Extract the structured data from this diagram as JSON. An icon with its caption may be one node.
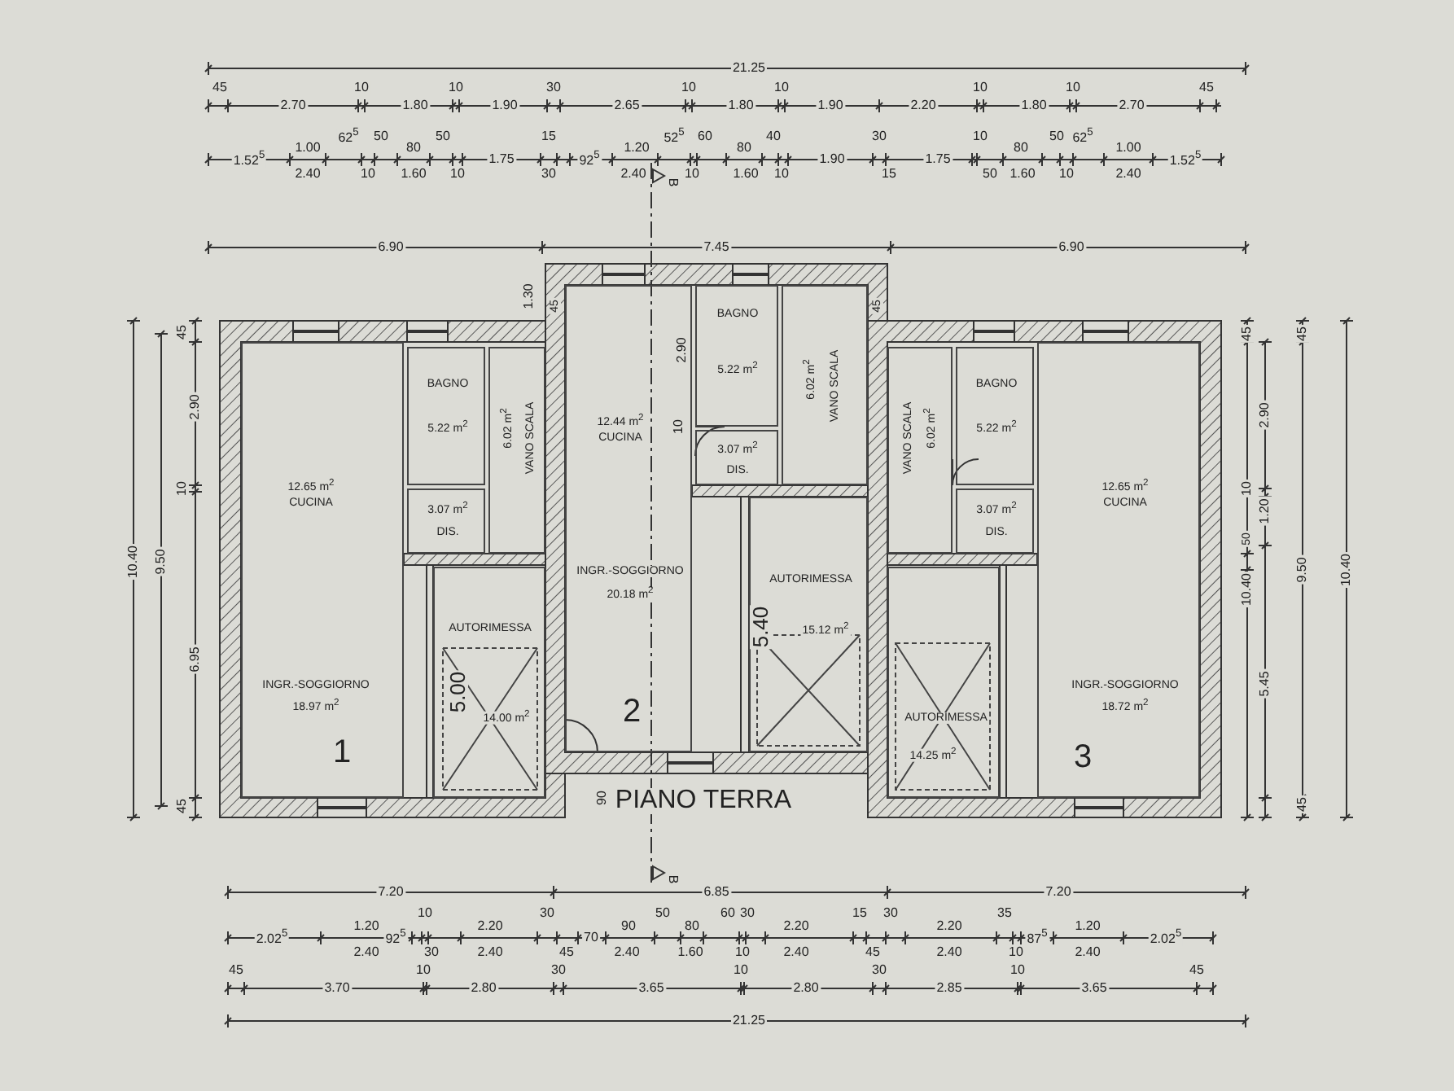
{
  "diagram": {
    "nodes": [
      {
        "text": [
          "12.65 m$^{2}$",
          "CUCINA",
          "INGR.-SOGGIORNO",
          "18.97 m$^{2}$"
        ]
      },
      {
        "text": [
          "BAGNO",
          "5.22 m$^{2}$"
        ]
      },
      {
        "text": [
          "6.02 m$^{2}$",
          "VANO SCALA"
        ]
      },
      {
        "text": [
          "3.07 m$^{2}$",
          "DIS."
        ]
      },
      {
        "text": [
          "AUTORIMESSA",
          "14.00 m$^{2}$"
        ]
      },
      {
        "text": [
          "12.44 m$^{2}$",
          "CUCINA",
          "INGR.-SOGGIORNO",
          "20.18 m$^{2}$"
        ]
      },
      {
        "text": [
          "BAGNO",
          "5.22 m$^{2}$"
        ]
      },
      {
        "text": [
          "3.07 m$^{2}$",
          "DIS."
        ]
      },
      {
        "text": [
          "6.02 m$^{2}$",
          "VANO SCALA"
        ]
      },
      {
        "text": [
          "AUTORIMESSA",
          "15.12 m$^{2}$"
        ]
      },
      {
        "text": [
          "VANO SCALA",
          "6.02 m$^{2}$"
        ]
      },
      {
        "text": [
          "BAGNO",
          "5.22 m$^{2}$"
        ]
      },
      {
        "text": [
          "3.07 m$^{2}$",
          "DIS."
        ]
      },
      {
        "text": [
          "AUTORIMESSA",
          "14.25 m$^{2}$"
        ]
      },
      {
        "text": [
          "12.65 m$^{2}$",
          "CUCINA",
          "INGR.-SOGGIORNO",
          "18.72 m$^{2}$"
        ]
      }
    ],
    "labels": [
      "21.25",
      "45",
      "10",
      "10",
      "30",
      "10",
      "10",
      "10",
      "10",
      "45",
      "2.70",
      "1.80",
      "1.90",
      "2.65",
      "1.80",
      "1.90",
      "2.20",
      "1.80",
      "2.70",
      "62$^{5}$",
      "50",
      "50",
      "15",
      "52$^{5}$",
      "60",
      "40",
      "30",
      "10",
      "50",
      "62$^{5}$",
      "1.00",
      "80",
      "1.20",
      "80",
      "80",
      "1.00",
      "1.52$^{5}$",
      "1.75",
      "92$^{5}$",
      "1.90",
      "1.75",
      "1.52$^{5}$",
      "2.40",
      "10",
      "1.60",
      "10",
      "30",
      "2.40",
      "10",
      "1.60",
      "10",
      "15",
      "50",
      "1.60",
      "10",
      "2.40",
      "B",
      "6.90",
      "7.45",
      "6.90",
      "1.30",
      "45",
      "45",
      "45",
      "2.90",
      "10",
      "10.40",
      "9.50",
      "6.95",
      "45",
      "45",
      "45",
      "2.90",
      "10",
      "1.20",
      "50",
      "10.40",
      "9.50",
      "10.40",
      "5.45",
      "45",
      "2.90",
      "10",
      "5.00",
      "5.40",
      "1",
      "2",
      "3",
      "90",
      "PIANO TERRA",
      "B",
      "7.20",
      "6.85",
      "7.20",
      "10",
      "30",
      "50",
      "60",
      "30",
      "15",
      "30",
      "35",
      "1.20",
      "2.20",
      "90",
      "80",
      "2.20",
      "2.20",
      "1.20",
      "2.02$^{5}$",
      "92$^{5}$",
      "70",
      "87$^{5}$",
      "2.02$^{5}$",
      "2.40",
      "30",
      "2.40",
      "45",
      "2.40",
      "1.60",
      "10",
      "2.40",
      "45",
      "2.40",
      "10",
      "2.40",
      "45",
      "10",
      "30",
      "10",
      "30",
      "10",
      "45",
      "3.70",
      "2.80",
      "3.65",
      "2.80",
      "2.85",
      "3.65",
      "21.25"
    ]
  }
}
